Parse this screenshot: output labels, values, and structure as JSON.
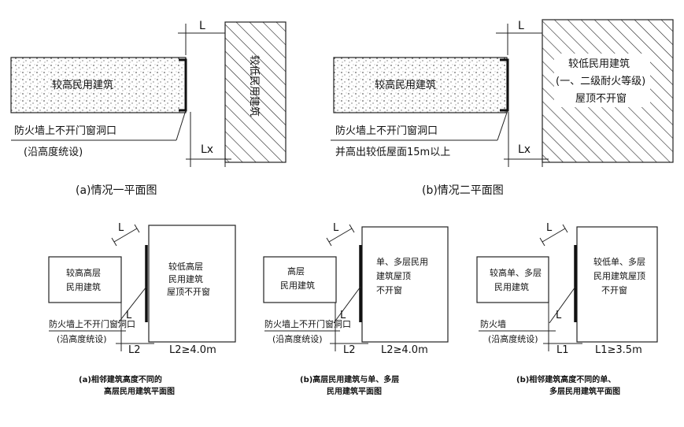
{
  "top": {
    "a": {
      "building_high": "较高民用建筑",
      "building_low": "较低民用建筑",
      "label_L": "L",
      "label_Lx": "Lx",
      "note1": "防火墙上不开门窗洞口",
      "note2": "(沿高度统设)",
      "caption": "(a)情况一平面图"
    },
    "b": {
      "building_high": "较高民用建筑",
      "building_low_1": "较低民用建筑",
      "building_low_2": "(一、二级耐火等级)",
      "building_low_3": "屋顶不开窗",
      "label_L": "L",
      "label_Lx": "Lx",
      "note1": "防火墙上不开门窗洞口",
      "note2": "并高出较低屋面15m以上",
      "caption": "(b)情况二平面图"
    }
  },
  "bottom": {
    "a": {
      "left_1": "较高高层",
      "left_2": "民用建筑",
      "right_1": "较低高层",
      "right_2": "民用建筑",
      "right_3": "屋顶不开窗",
      "note1": "防火墙上不开门窗洞口",
      "note2": "(沿高度统设)",
      "label_L": "L",
      "label_L2": "L2",
      "spec": "L2≥4.0m",
      "caption_1": "(a)相邻建筑高度不同的",
      "caption_2": "高层民用建筑平面图"
    },
    "b": {
      "left_1": "高层",
      "left_2": "民用建筑",
      "right_1": "单、多层民用",
      "right_2": "建筑屋顶",
      "right_3": "不开窗",
      "note1": "防火墙上不开门窗洞口",
      "note2": "(沿高度统设)",
      "label_L": "L",
      "label_L2": "L2",
      "spec": "L2≥4.0m",
      "caption_1": "(b)高层民用建筑与单、多层",
      "caption_2": "民用建筑平面图"
    },
    "c": {
      "left_1": "较高单、多层",
      "left_2": "民用建筑",
      "right_1": "较低单、多层",
      "right_2": "民用建筑屋顶",
      "right_3": "不开窗",
      "note1": "防火墙",
      "note2": "(沿高度统设)",
      "label_L": "L",
      "label_L1": "L1",
      "spec": "L1≥3.5m",
      "caption_1": "(b)相邻建筑高度不同的单、",
      "caption_2": "多层民用建筑平面图"
    }
  }
}
